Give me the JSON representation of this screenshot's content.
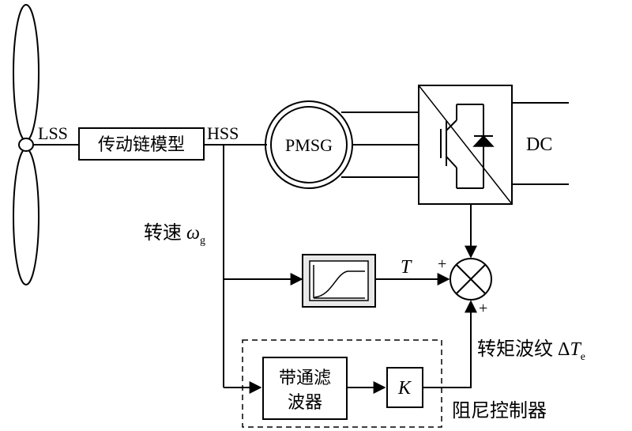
{
  "labels": {
    "lss": "LSS",
    "hss": "HSS",
    "drivetrain": "传动链模型",
    "pmsg": "PMSG",
    "dc": "DC",
    "speed_text": "转速 ",
    "speed_symbol": "ω",
    "speed_sub": "g",
    "torque_T": "T",
    "plus_top": "+",
    "plus_bottom": "+",
    "bandpass_line1": "带通滤",
    "bandpass_line2": "波器",
    "gain_K": "K",
    "ripple_text": "转矩波纹 ",
    "ripple_delta": "Δ",
    "ripple_T": "T",
    "ripple_sub": "e",
    "damping_controller": "阻尼控制器"
  }
}
